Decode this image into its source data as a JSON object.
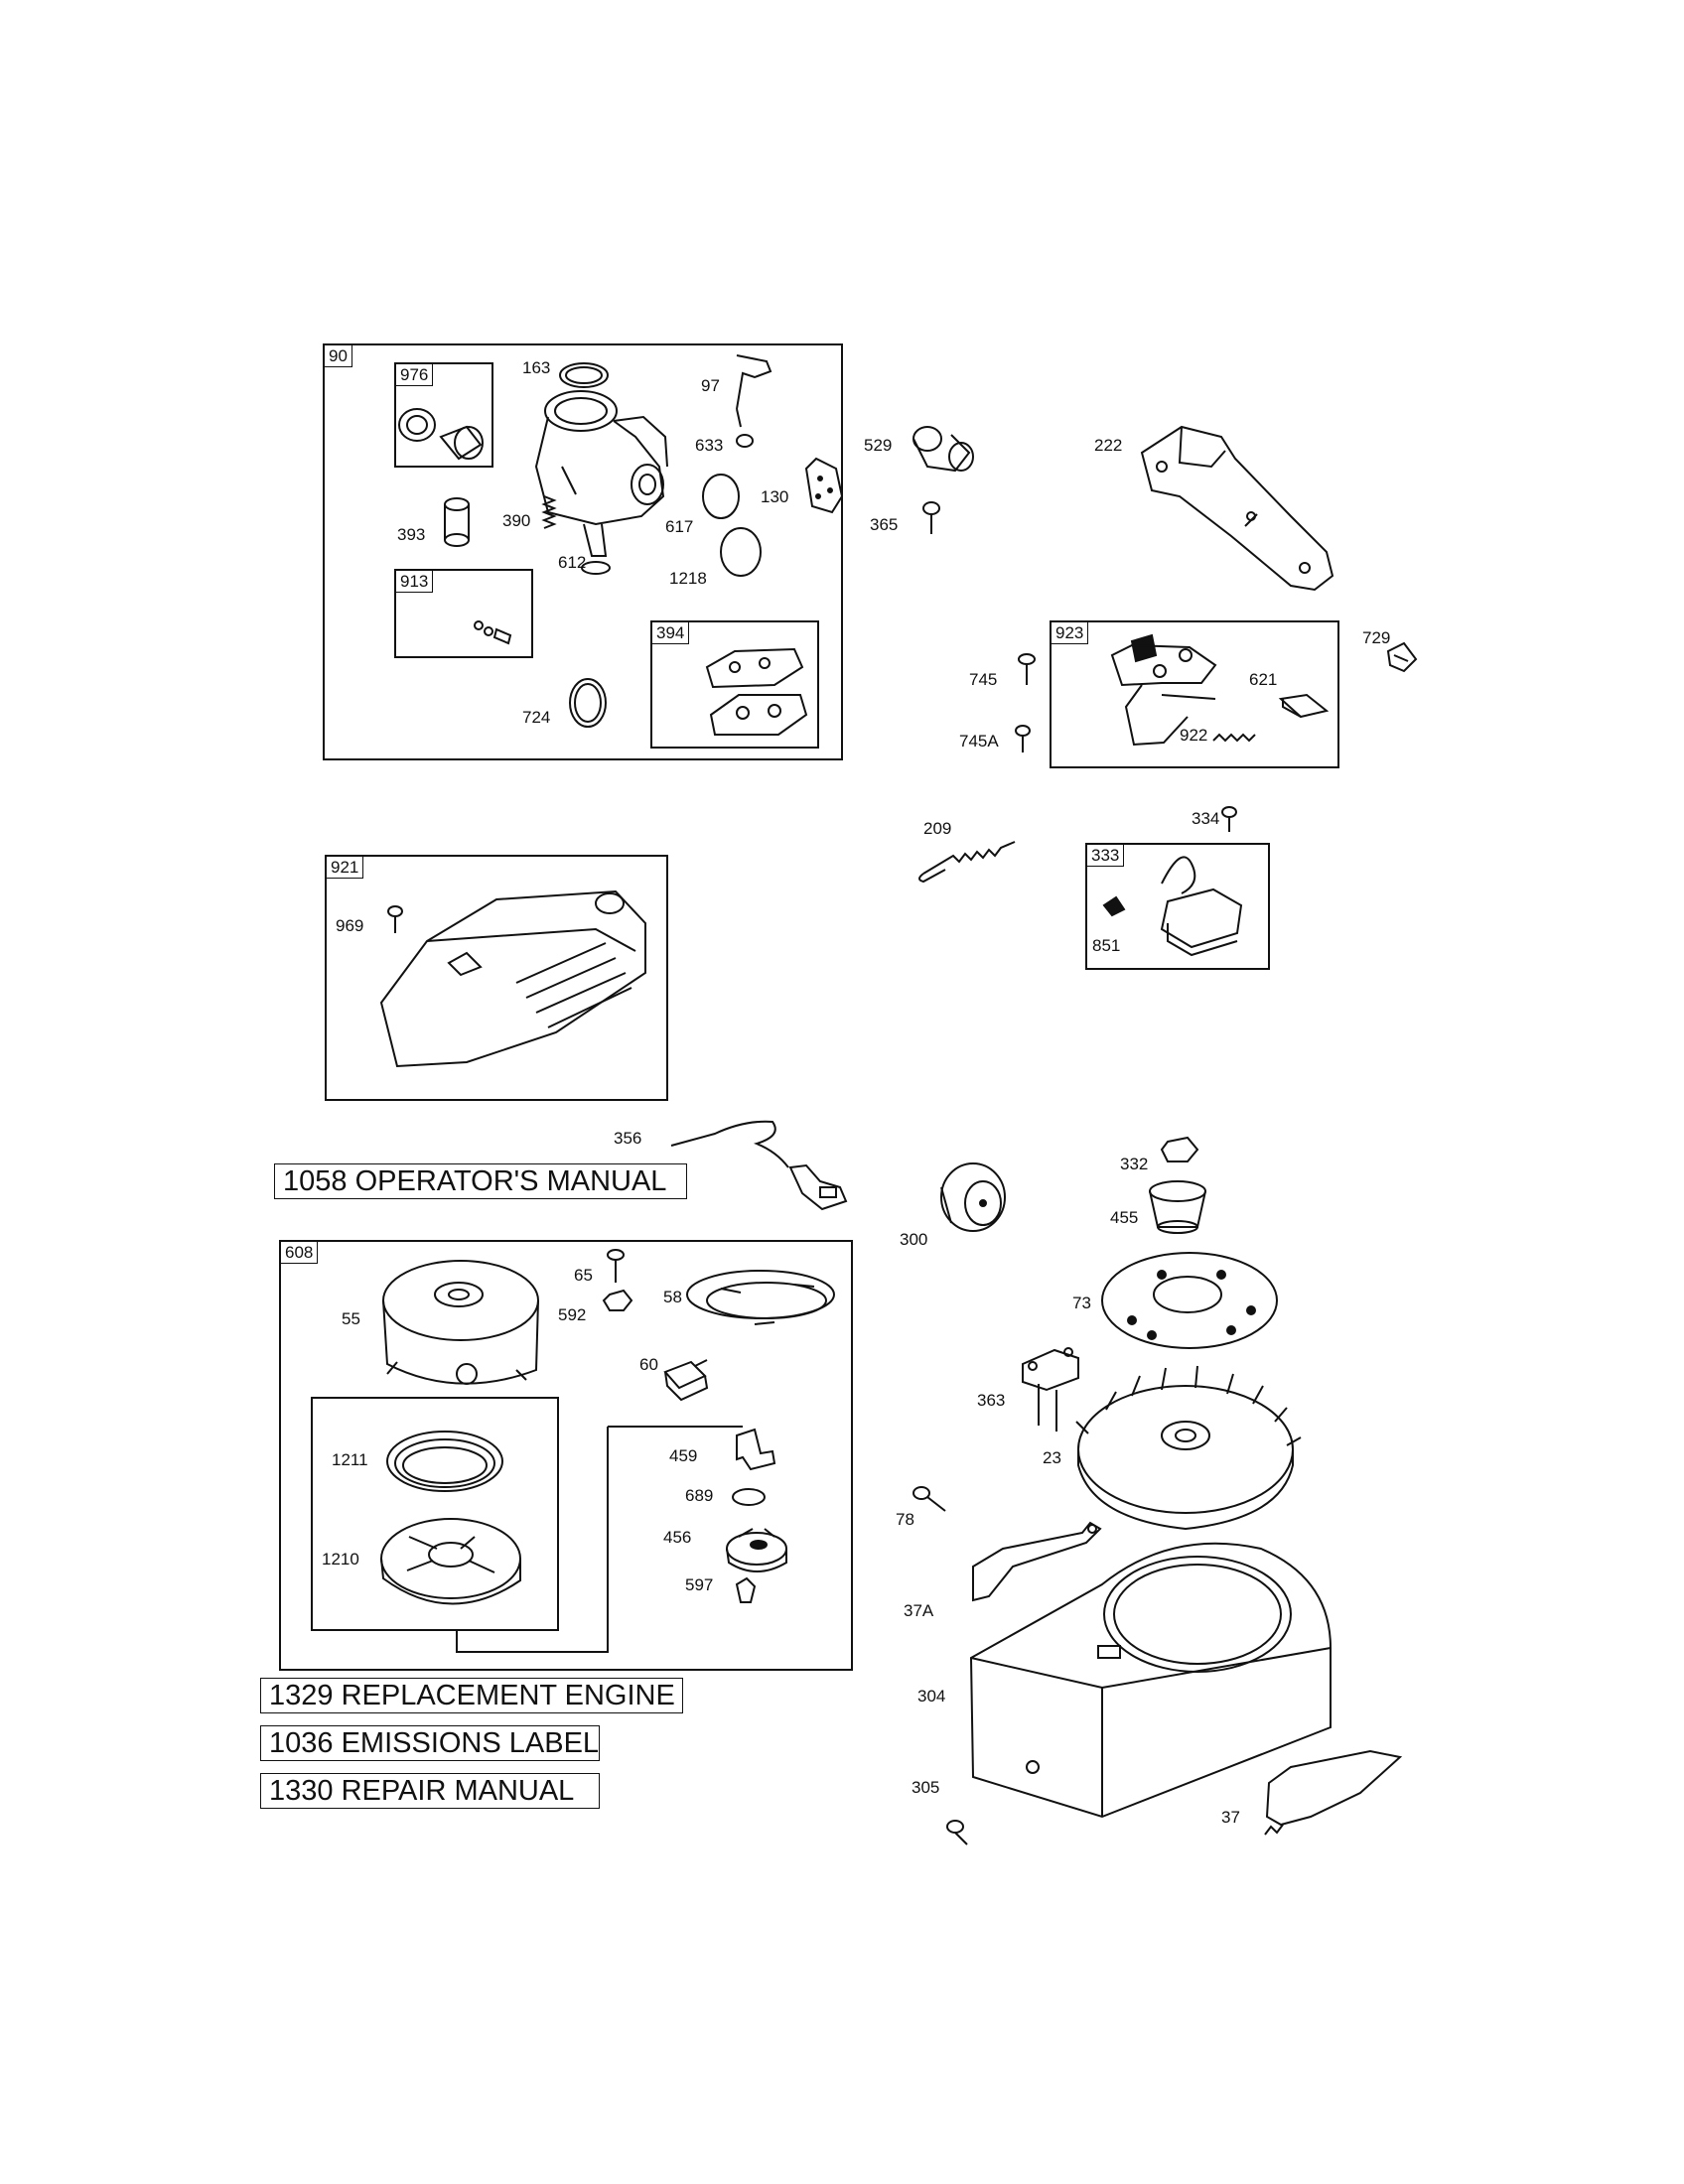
{
  "groups": [
    {
      "id": "90"
    },
    {
      "id": "976"
    },
    {
      "id": "913"
    },
    {
      "id": "394"
    },
    {
      "id": "923"
    },
    {
      "id": "333"
    },
    {
      "id": "921"
    },
    {
      "id": "608"
    }
  ],
  "part_labels": [
    "163",
    "97",
    "633",
    "529",
    "222",
    "130",
    "617",
    "1218",
    "393",
    "390",
    "612",
    "365",
    "745",
    "729",
    "621",
    "745A",
    "922",
    "724",
    "209",
    "334",
    "851",
    "969",
    "356",
    "300",
    "332",
    "455",
    "73",
    "65",
    "58",
    "592",
    "55",
    "60",
    "363",
    "23",
    "1211",
    "459",
    "689",
    "456",
    "1210",
    "597",
    "78",
    "37A",
    "304",
    "305",
    "37"
  ],
  "notes": {
    "operators_manual": "1058 OPERATOR'S MANUAL",
    "replacement_engine": "1329 REPLACEMENT ENGINE",
    "emissions_label": "1036 EMISSIONS LABEL",
    "repair_manual": "1330 REPAIR MANUAL"
  }
}
